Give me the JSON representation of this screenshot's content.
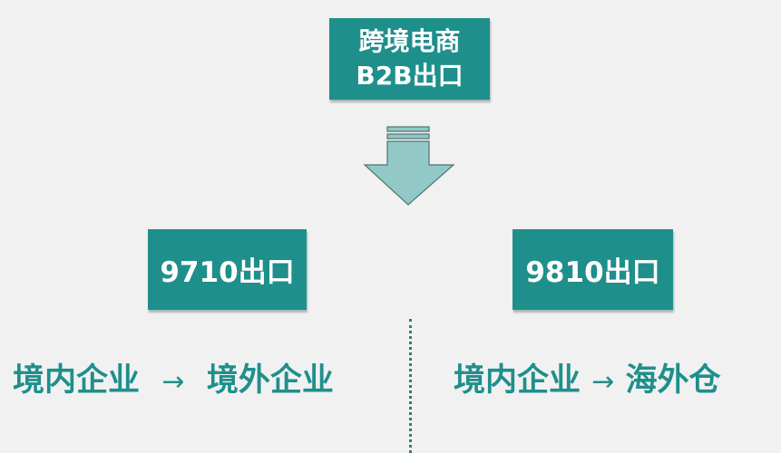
{
  "colors": {
    "background": "#f1f1f1",
    "box_fill": "#1f8f8b",
    "box_text": "#ffffff",
    "flow_text": "#1f8f8b",
    "arrow_fill": "#92c9c7",
    "arrow_stroke": "#4f7270",
    "divider": "#2f7e7a"
  },
  "top": {
    "line1": "跨境电商",
    "line2": "B2B出口"
  },
  "arrow_icon": "down-arrow-icon",
  "branches": [
    {
      "label": "9710出口",
      "flow": {
        "from": "境内企业",
        "arrow": "→",
        "to": "境外企业"
      }
    },
    {
      "label": "9810出口",
      "flow": {
        "from": "境内企业",
        "arrow": "→",
        "to": "海外仓"
      }
    }
  ]
}
